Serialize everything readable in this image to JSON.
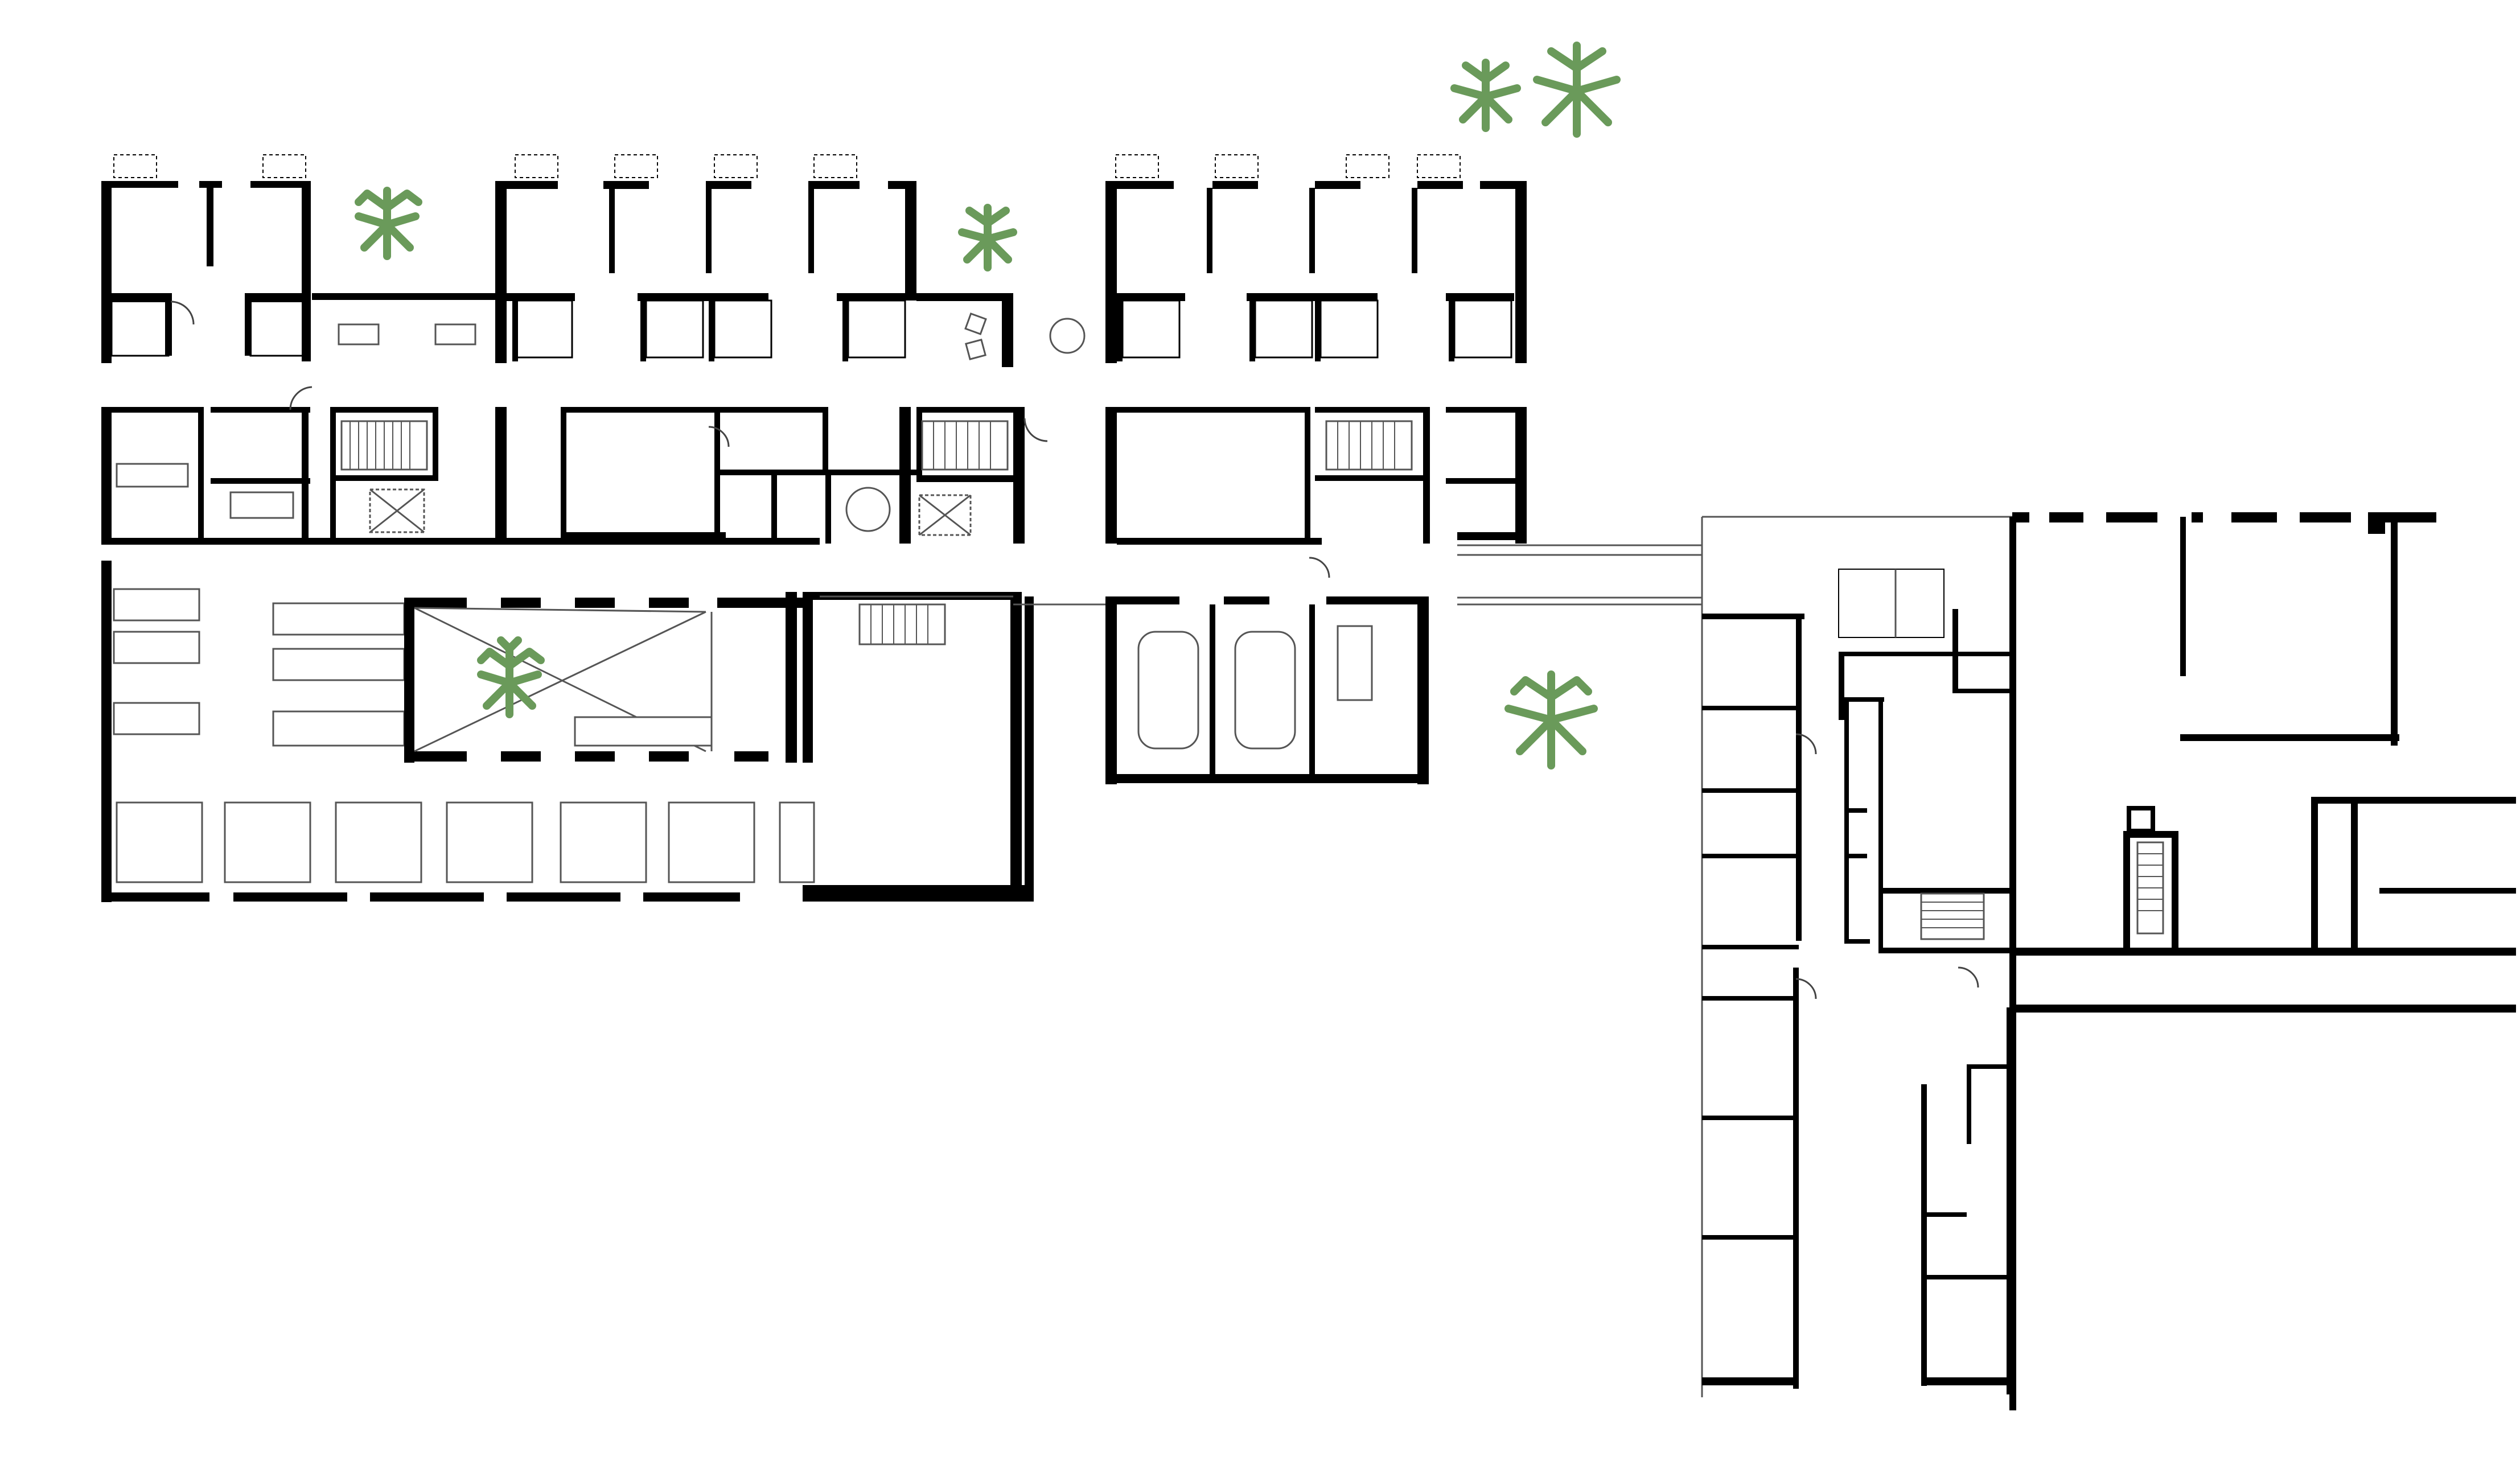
{
  "drawing": {
    "title": "",
    "kind": "architectural floor plan",
    "labels": []
  },
  "colors": {
    "background": "#ffffff",
    "walls": "#000000",
    "furniture_lines": "#555555",
    "trees": "#6a9a5a"
  },
  "icons": {
    "tree": "tree-icon",
    "stair": "stair-icon",
    "door": "door-swing-icon",
    "table": "table-icon"
  },
  "counts": {
    "trees": 6,
    "courtyards": 1
  }
}
